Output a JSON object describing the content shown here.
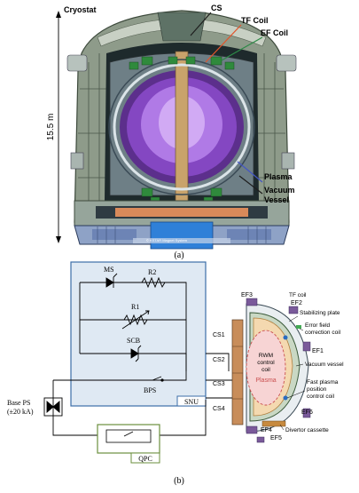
{
  "panel_a": {
    "cryostat_label": "Cryostat",
    "height_label": "15.5 m",
    "labels": {
      "cs": "CS",
      "tf_coil": "TF Coil",
      "ef_coil": "EF Coil",
      "plasma": "Plasma",
      "vacuum_vessel_1": "Vacuum",
      "vacuum_vessel_2": "Vessel"
    },
    "caption": "(a)"
  },
  "panel_b": {
    "circuit": {
      "ms": "MS",
      "r2": "R2",
      "r1": "R1",
      "scb": "SCB",
      "bps": "BPS",
      "snu": "SNU",
      "qpc": "QPC",
      "base_ps_1": "Base PS",
      "base_ps_2": "(±20 kA)"
    },
    "coils": {
      "cs1": "CS1",
      "cs2": "CS2",
      "cs3": "CS3",
      "cs4": "CS4",
      "ef1": "EF1",
      "ef2": "EF2",
      "ef3": "EF3",
      "ef4": "EF4",
      "ef5": "EF5",
      "ef6": "EF6",
      "tf_coil": "TF coil",
      "stabilizing_plate": "Stabilizing plate",
      "error_field_1": "Error field",
      "error_field_2": "correction coil",
      "vacuum_vessel": "Vacuum vessel",
      "fast_plasma_1": "Fast plasma",
      "fast_plasma_2": "position",
      "fast_plasma_3": "control coil",
      "divertor": "Divertor cassette",
      "rwm_1": "RWM",
      "rwm_2": "control",
      "rwm_3": "coil",
      "plasma": "Plasma"
    },
    "caption": "(b)"
  }
}
